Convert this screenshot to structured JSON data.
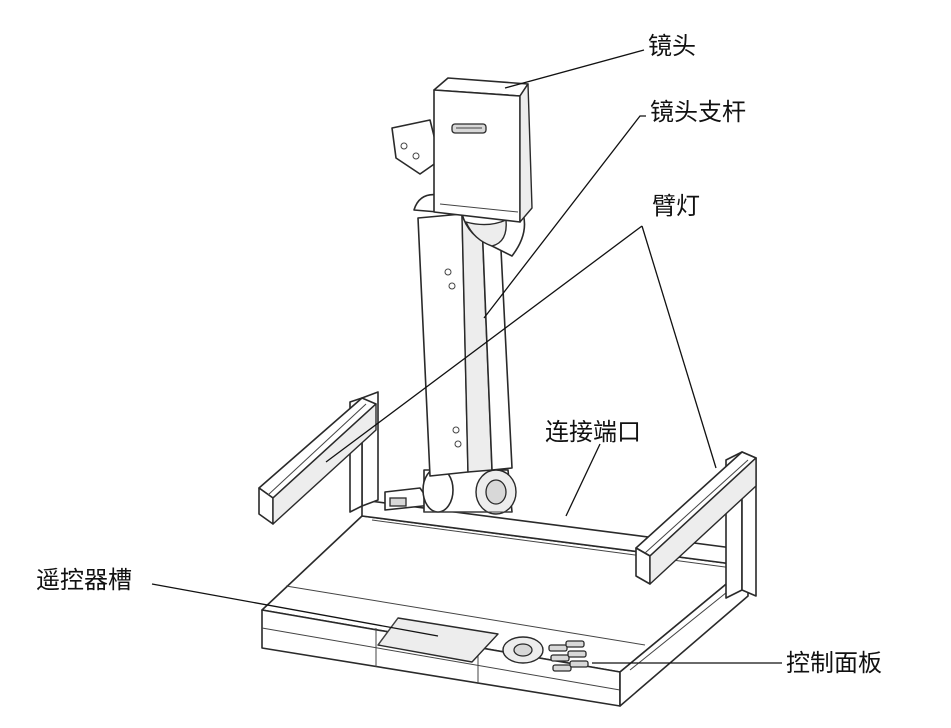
{
  "labels": {
    "lens": "镜头",
    "lens_arm": "镜头支杆",
    "arm_light": "臂灯",
    "connection_port": "连接端口",
    "remote_slot": "遥控器槽",
    "control_panel": "控制面板"
  }
}
